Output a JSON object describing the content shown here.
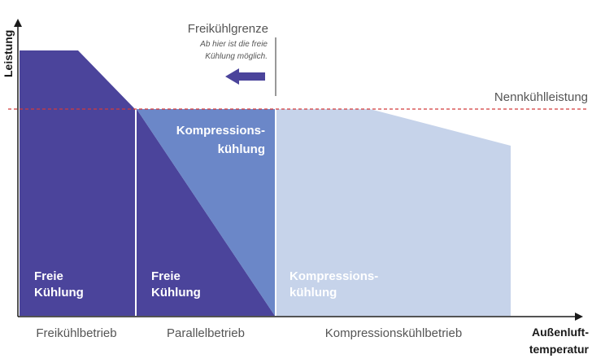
{
  "diagram": {
    "y_axis_label": "Leistung",
    "x_axis_label_line1": "Außenluft-",
    "x_axis_label_line2": "temperatur",
    "rated_line_label": "Nennkühlleistung",
    "limit_title": "Freikühlgrenze",
    "limit_note_line1": "Ab hier ist die freie",
    "limit_note_line2": "Kühlung möglich.",
    "zones": [
      {
        "label": "Freikühlbetrieb"
      },
      {
        "label": "Parallelbetrieb"
      },
      {
        "label": "Kompressionskühlbetrieb"
      }
    ],
    "areas": {
      "free_cooling_zone1": {
        "line1": "Freie",
        "line2": "Kühlung"
      },
      "free_cooling_zone2": {
        "line1": "Freie",
        "line2": "Kühlung"
      },
      "compression_zone2": {
        "line1": "Kompressions-",
        "line2": "kühlung"
      },
      "compression_zone3": {
        "line1": "Kompressions-",
        "line2": "kühlung"
      }
    },
    "colors": {
      "free_cooling": "#4b449b",
      "compression_parallel": "#6b87c8",
      "compression_only": "#c6d3ea",
      "rated_line": "#d23a3a",
      "axis": "#1a1a1a",
      "arrow": "#4b449b",
      "text_gray": "#555555"
    }
  }
}
